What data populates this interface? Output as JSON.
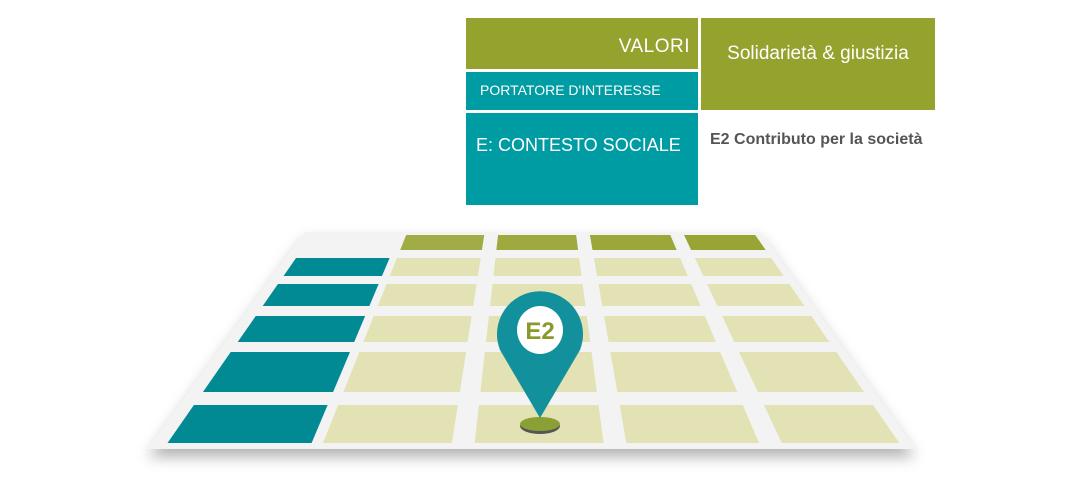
{
  "header": {
    "values_label": "VALORI",
    "stakeholder_label": "PORTATORE D'INTERESSE",
    "value_name": "Solidarietà & giustizia"
  },
  "row": {
    "stakeholder_name": "E:  CONTESTO SOCIALE",
    "theme": "E2  Contributo per la società"
  },
  "pin": {
    "label": "E2"
  },
  "colors": {
    "olive": "#95a22d",
    "teal": "#009ca3",
    "pin": "#12919c",
    "cell": "#e2e2b4",
    "text": "#555555"
  }
}
